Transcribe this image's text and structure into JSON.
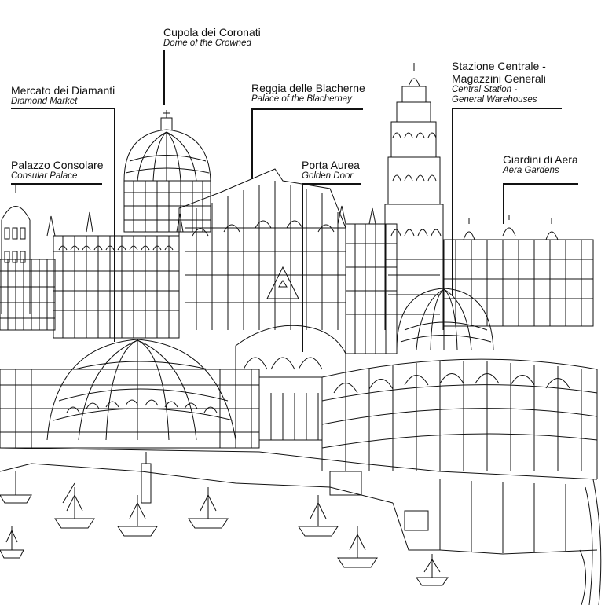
{
  "labels": [
    {
      "id": "cupola",
      "it": "Cupola dei Coronati",
      "en": "Dome of the Crowned"
    },
    {
      "id": "mercato",
      "it": "Mercato dei Diamanti",
      "en": "Diamond Market"
    },
    {
      "id": "reggia",
      "it": "Reggia delle Blacherne",
      "en": "Palace of the Blachernay"
    },
    {
      "id": "stazione",
      "it1": "Stazione Centrale -",
      "it2": "Magazzini Generali",
      "en1": "Central Station -",
      "en2": "General Warehouses"
    },
    {
      "id": "palazzo",
      "it": "Palazzo Consolare",
      "en": "Consular Palace"
    },
    {
      "id": "porta",
      "it": "Porta Aurea",
      "en": "Golden Door"
    },
    {
      "id": "giardini",
      "it": "Giardini di Aera",
      "en": "Aera Gardens"
    }
  ],
  "colors": {
    "ink": "#111111",
    "paper": "#ffffff"
  }
}
